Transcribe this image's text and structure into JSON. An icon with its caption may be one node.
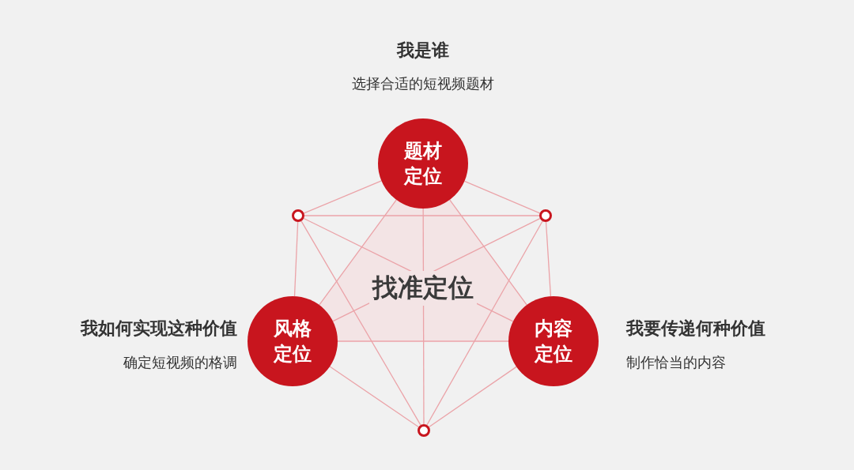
{
  "diagram": {
    "nodes": [
      {
        "text": [
          "题材定位"
        ],
        "beside": [
          "我是谁",
          "选择合适的短视频题材"
        ]
      },
      {
        "text": [],
        "shape": "circle"
      },
      {
        "text": [],
        "shape": "circle"
      },
      {
        "text": [
          "风格定位"
        ],
        "beside": [
          "我如何实现这种价值",
          "确定短视频的格调"
        ]
      },
      {
        "text": [
          "内容定位"
        ],
        "beside": [
          "我要传递何种价值",
          "制作恰当的内容"
        ]
      },
      {
        "text": [],
        "shape": "circle"
      }
    ],
    "edges": [
      {
        "from": 0,
        "to": 1,
        "arrow": "none"
      },
      {
        "from": 0,
        "to": 2,
        "arrow": "none"
      },
      {
        "from": 1,
        "to": 3,
        "arrow": "none"
      },
      {
        "from": 2,
        "to": 4,
        "arrow": "none"
      },
      {
        "from": 3,
        "to": 5,
        "arrow": "none"
      },
      {
        "from": 4,
        "to": 5,
        "arrow": "none"
      },
      {
        "from": 0,
        "to": 3,
        "arrow": "none"
      },
      {
        "from": 0,
        "to": 4,
        "arrow": "none"
      },
      {
        "from": 3,
        "to": 4,
        "arrow": "none"
      },
      {
        "from": 1,
        "to": 2,
        "arrow": "none"
      },
      {
        "from": 1,
        "to": 5,
        "arrow": "none"
      },
      {
        "from": 2,
        "to": 5,
        "arrow": "none"
      },
      {
        "from": 0,
        "to": 5,
        "arrow": "none"
      },
      {
        "from": 1,
        "to": 4,
        "arrow": "none"
      },
      {
        "from": 2,
        "to": 3,
        "arrow": "none"
      }
    ],
    "labels": [
      "找准定位"
    ]
  }
}
